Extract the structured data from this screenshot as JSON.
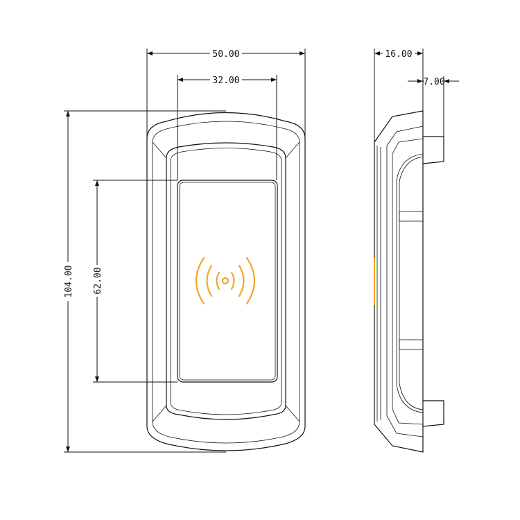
{
  "front_view": {
    "dims": {
      "overall_width": "50.00",
      "screen_width": "32.00",
      "overall_height": "104.00",
      "screen_height": "62.00"
    },
    "rfid_icon": "rfid-wireless-icon",
    "rfid_color": "#f5a623"
  },
  "side_view": {
    "dims": {
      "depth": "16.00",
      "tab_depth": "7.00"
    }
  }
}
